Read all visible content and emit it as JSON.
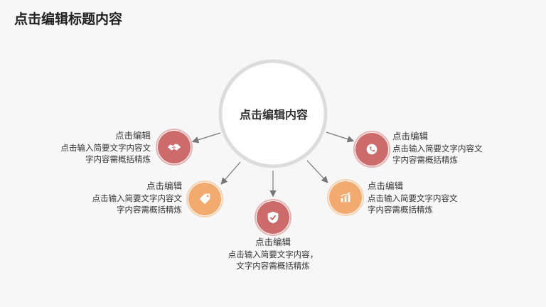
{
  "title": "点击编辑标题内容",
  "center": {
    "label": "点击编辑内容"
  },
  "colors": {
    "red": "#cd6a6a",
    "orange": "#f2aa6f",
    "ring": "#dcdcdc",
    "arrow": "#777777"
  },
  "items": [
    {
      "title": "点击编辑",
      "line1": "点击输入简要文字内容文",
      "line2": "字内容需概括精炼",
      "icon": "handshake-icon",
      "color": "red"
    },
    {
      "title": "点击编辑",
      "line1": "点击输入简要文字内容文",
      "line2": "字内容需概括精炼",
      "icon": "tag-icon",
      "color": "orange"
    },
    {
      "title": "点击编辑",
      "line1": "点击输入简要文字内容，",
      "line2": "文字内容需概括精炼",
      "icon": "shield-check-icon",
      "color": "red"
    },
    {
      "title": "点击编辑",
      "line1": "点击输入简要文字内容文",
      "line2": "字内容需概括精炼",
      "icon": "bar-chart-icon",
      "color": "orange"
    },
    {
      "title": "点击编辑",
      "line1": "点击输入简要文字内容文",
      "line2": "字内容需概括精炼",
      "icon": "phone-icon",
      "color": "red"
    }
  ]
}
